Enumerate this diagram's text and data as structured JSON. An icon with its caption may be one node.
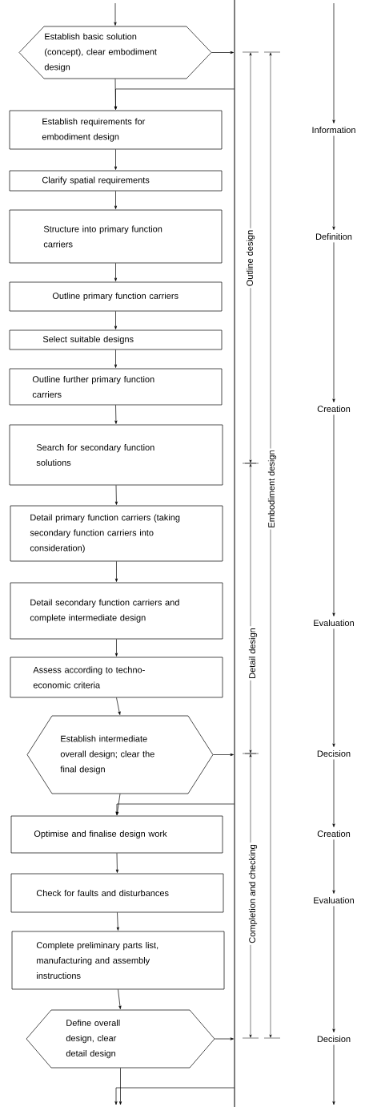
{
  "diagram": {
    "nodes": [
      {
        "text": [
          "Establish basic solution (concept), clear embodiment design"
        ]
      },
      {
        "text": [
          "Establish requirements for embodiment design"
        ]
      },
      {
        "text": [
          "Clarify spatial requirements"
        ]
      },
      {
        "text": [
          "Structure into primary function carriers"
        ]
      },
      {
        "text": [
          "Outline primary function carriers"
        ]
      },
      {
        "text": [
          "Select suitable designs"
        ]
      },
      {
        "text": [
          "Outline further primary function carriers"
        ]
      },
      {
        "text": [
          "Search for secondary function solutions"
        ]
      },
      {
        "text": [
          "Detail primary function carriers (taking secondary function carriers into consideration)"
        ]
      },
      {
        "text": [
          "Detail secondary function carriers and complete intermediate design"
        ]
      },
      {
        "text": [
          "Assess according to techno-economic criteria"
        ]
      },
      {
        "text": [
          "Establish intermediate overall design; clear the final design"
        ]
      },
      {
        "text": [
          "Optimise and finalise design work"
        ]
      },
      {
        "text": [
          "Check for faults and disturbances"
        ]
      },
      {
        "text": [
          "Complete preliminary parts list, manufacturing and assembly instructions"
        ]
      },
      {
        "text": [
          "Define overall design, clear detail design"
        ]
      },
      {
        "text": [],
        "shape": "bar"
      },
      {
        "text": [
          "Information"
        ]
      },
      {
        "text": [
          "Definition"
        ]
      },
      {
        "text": [
          "Creation"
        ]
      },
      {
        "text": [
          "Evaluation"
        ]
      },
      {
        "text": [
          "Decision"
        ]
      },
      {
        "text": [
          "Creation"
        ]
      },
      {
        "text": [
          "Evaluation"
        ]
      },
      {
        "text": [
          "Decision"
        ]
      }
    ],
    "edges": [
      {
        "from": null,
        "to": 0,
        "arrow": "to"
      },
      {
        "from": 0,
        "to": 1,
        "arrow": "to"
      },
      {
        "from": 1,
        "to": 2,
        "arrow": "to"
      },
      {
        "from": 2,
        "to": 3,
        "arrow": "to"
      },
      {
        "from": 3,
        "to": 4,
        "arrow": "to"
      },
      {
        "from": 4,
        "to": 5,
        "arrow": "to"
      },
      {
        "from": 5,
        "to": 6,
        "arrow": "to"
      },
      {
        "from": 6,
        "to": 7,
        "arrow": "to"
      },
      {
        "from": 7,
        "to": 8,
        "arrow": "to"
      },
      {
        "from": 8,
        "to": 9,
        "arrow": "to"
      },
      {
        "from": 9,
        "to": 10,
        "arrow": "to"
      },
      {
        "from": 10,
        "to": 11,
        "arrow": "to"
      },
      {
        "from": 11,
        "to": 12,
        "arrow": "to"
      },
      {
        "from": 12,
        "to": 13,
        "arrow": "to"
      },
      {
        "from": 13,
        "to": 14,
        "arrow": "to"
      },
      {
        "from": 14,
        "to": 15,
        "arrow": "to"
      },
      {
        "from": 15,
        "to": null,
        "arrow": "to"
      },
      {
        "from": 0,
        "to": 16,
        "arrow": "to"
      },
      {
        "from": 16,
        "to": 1,
        "arrow": "to"
      },
      {
        "from": 11,
        "to": 16,
        "arrow": "to"
      },
      {
        "from": 16,
        "to": 12,
        "arrow": "to"
      },
      {
        "from": 15,
        "to": 16,
        "arrow": "to"
      },
      {
        "from": 16,
        "to": null,
        "arrow": "to"
      },
      {
        "from": null,
        "to": 17,
        "arrow": "to"
      },
      {
        "from": 17,
        "to": 18,
        "arrow": "to"
      },
      {
        "from": 18,
        "to": 19,
        "arrow": "to"
      },
      {
        "from": 19,
        "to": 20,
        "arrow": "to"
      },
      {
        "from": 20,
        "to": 21,
        "arrow": "to"
      },
      {
        "from": 21,
        "to": 22,
        "arrow": "to"
      },
      {
        "from": 22,
        "to": 23,
        "arrow": "to"
      },
      {
        "from": 23,
        "to": 24,
        "arrow": "to"
      },
      {
        "from": 24,
        "to": null,
        "arrow": "to"
      }
    ],
    "labels": [
      "Outline design",
      "Embodiment design",
      "Detail design",
      "Completion and checking"
    ]
  }
}
